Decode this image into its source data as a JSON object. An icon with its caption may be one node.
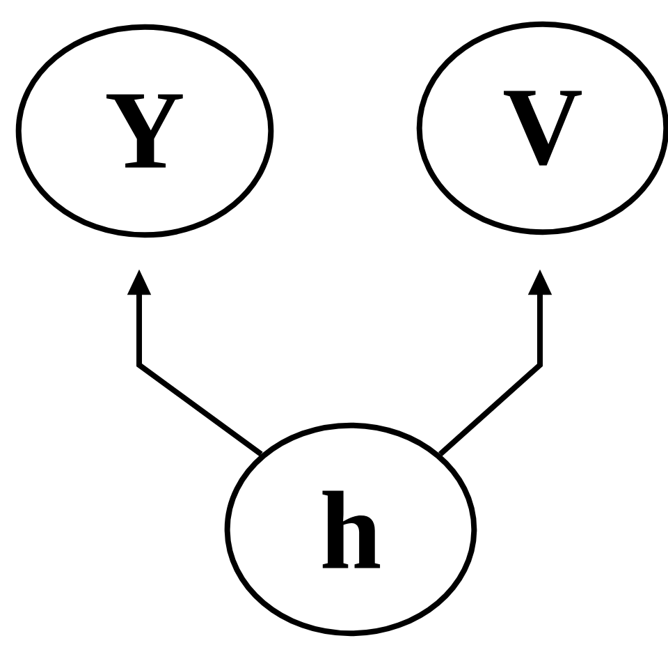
{
  "diagram": {
    "nodes": [
      {
        "text": [
          "Y"
        ]
      },
      {
        "text": [
          "V"
        ]
      },
      {
        "text": [
          "h"
        ]
      }
    ],
    "edges": [
      {
        "from": 2,
        "to": 0,
        "arrow": "to"
      },
      {
        "from": 2,
        "to": 1,
        "arrow": "to"
      }
    ]
  }
}
